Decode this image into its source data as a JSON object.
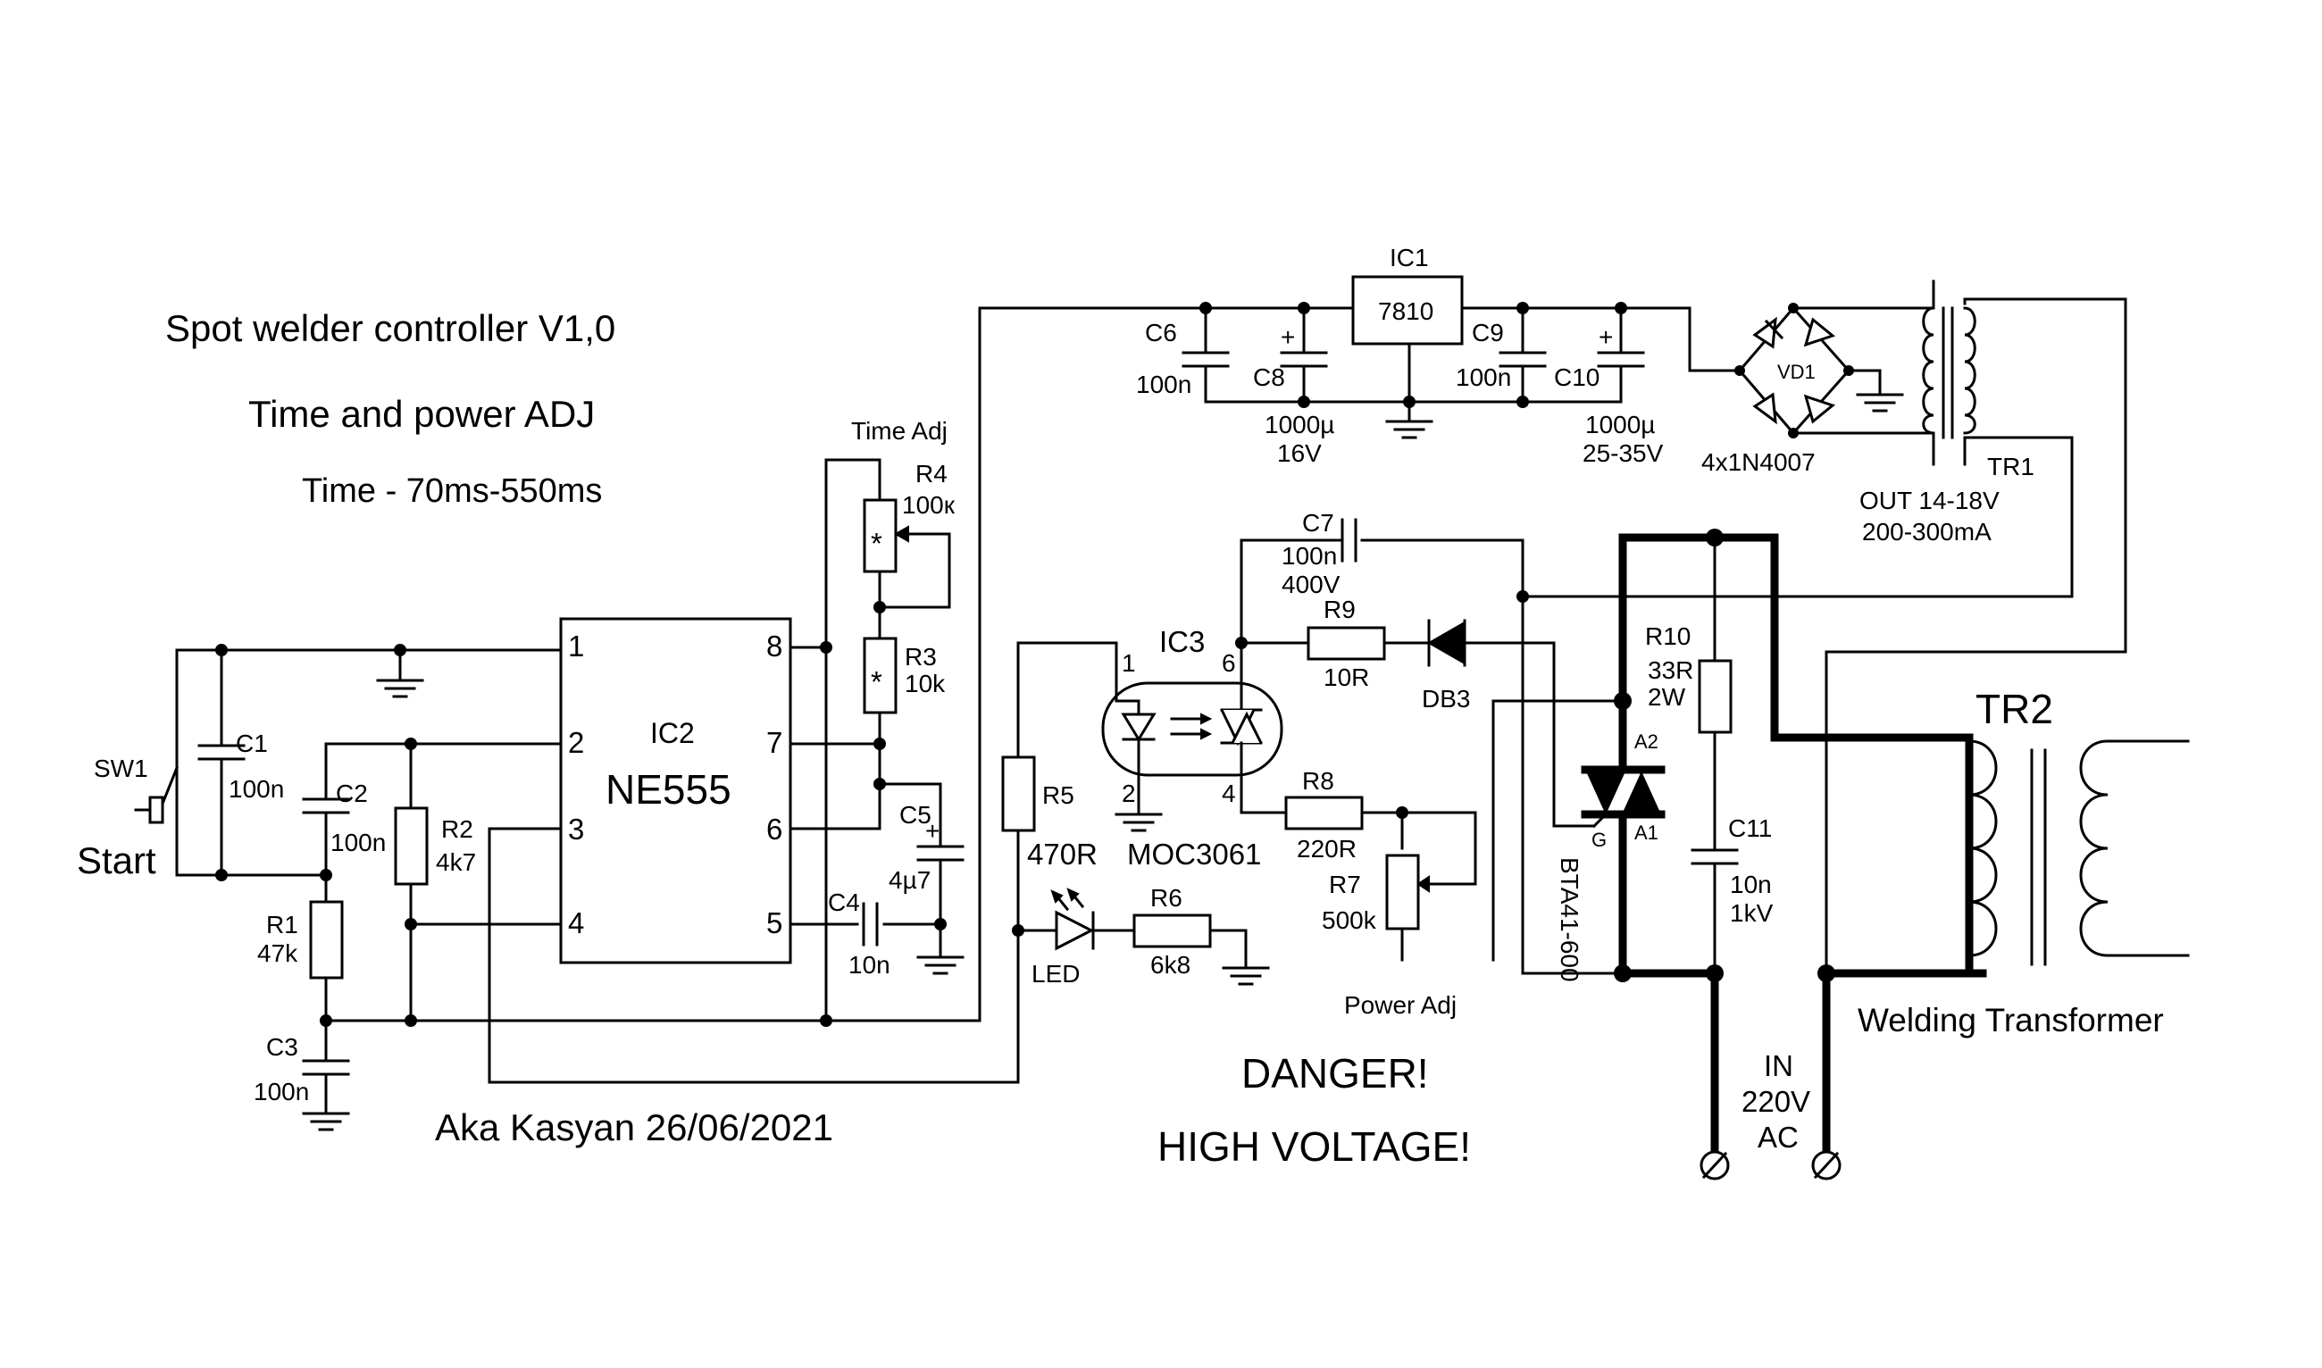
{
  "header": {
    "title": "Spot welder controller V1,0",
    "subtitle": "Time and power ADJ",
    "time_range": "Time - 70ms-550ms"
  },
  "author": "Aka Kasyan 26/06/2021",
  "warning": {
    "line1": "DANGER!",
    "line2": "HIGH VOLTAGE!"
  },
  "ic1": {
    "ref": "IC1",
    "value": "7810"
  },
  "ic2": {
    "ref": "IC2",
    "value": "NE555",
    "pins": {
      "p1": "1",
      "p2": "2",
      "p3": "3",
      "p4": "4",
      "p5": "5",
      "p6": "6",
      "p7": "7",
      "p8": "8"
    }
  },
  "ic3": {
    "ref": "IC3",
    "value": "MOC3061",
    "pins": {
      "p1": "1",
      "p2": "2",
      "p4": "4",
      "p6": "6"
    }
  },
  "sw1": {
    "ref": "SW1",
    "label": "Start"
  },
  "c1": {
    "ref": "C1",
    "value": "100n"
  },
  "c2": {
    "ref": "C2",
    "value": "100n"
  },
  "c3": {
    "ref": "C3",
    "value": "100n"
  },
  "c4": {
    "ref": "C4",
    "value": "10n"
  },
  "c5": {
    "ref": "C5",
    "value": "4µ7"
  },
  "c6": {
    "ref": "C6",
    "value": "100n"
  },
  "c7": {
    "ref": "C7",
    "value1": "100n",
    "value2": "400V"
  },
  "c8": {
    "ref": "C8",
    "value1": "1000µ",
    "value2": "16V"
  },
  "c9": {
    "ref": "C9",
    "value": "100n"
  },
  "c10": {
    "ref": "C10",
    "value1": "1000µ",
    "value2": "25-35V"
  },
  "c11": {
    "ref": "C11",
    "value1": "10n",
    "value2": "1kV"
  },
  "r1": {
    "ref": "R1",
    "value": "47k"
  },
  "r2": {
    "ref": "R2",
    "value": "4k7"
  },
  "r3": {
    "ref": "R3",
    "value": "10k",
    "mark": "*"
  },
  "r4": {
    "ref": "R4",
    "value": "100к",
    "mark": "*",
    "caption": "Time Adj"
  },
  "r5": {
    "ref": "R5",
    "value": "470R"
  },
  "r6": {
    "ref": "R6",
    "value": "6k8"
  },
  "r7": {
    "ref": "R7",
    "value": "500k",
    "caption": "Power Adj"
  },
  "r8": {
    "ref": "R8",
    "value": "220R"
  },
  "r9": {
    "ref": "R9",
    "value": "10R"
  },
  "r10": {
    "ref": "R10",
    "value1": "33R",
    "value2": "2W"
  },
  "led": {
    "ref": "LED"
  },
  "db3": {
    "ref": "DB3"
  },
  "vd1": {
    "ref": "VD1",
    "value": "4x1N4007"
  },
  "triac": {
    "ref": "BTA41-600",
    "a2": "A2",
    "a1": "A1",
    "g": "G"
  },
  "tr1": {
    "ref": "TR1",
    "out": "OUT 14-18V",
    "current": "200-300mA"
  },
  "tr2": {
    "ref": "TR2",
    "label": "Welding Transformer"
  },
  "mains": {
    "in": "IN",
    "voltage": "220V",
    "type": "AC"
  }
}
